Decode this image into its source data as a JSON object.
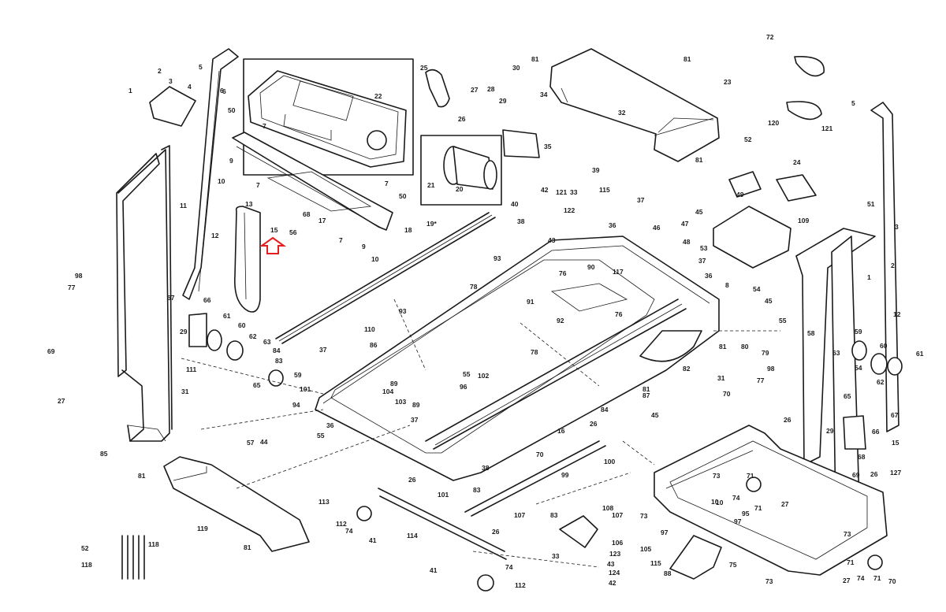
{
  "diagram": {
    "part_labels": [
      {
        "t": "1"
      },
      {
        "t": "2"
      },
      {
        "t": "3"
      },
      {
        "t": "4"
      },
      {
        "t": "5"
      },
      {
        "t": "6"
      },
      {
        "t": "50"
      },
      {
        "t": "7"
      },
      {
        "t": "9"
      },
      {
        "t": "10"
      },
      {
        "t": "7"
      },
      {
        "t": "13"
      },
      {
        "t": "15"
      },
      {
        "t": "56"
      },
      {
        "t": "68"
      },
      {
        "t": "17"
      },
      {
        "t": "7"
      },
      {
        "t": "50"
      },
      {
        "t": "7"
      },
      {
        "t": "18"
      },
      {
        "t": "9"
      },
      {
        "t": "10"
      },
      {
        "t": "22"
      },
      {
        "t": "12"
      },
      {
        "t": "11"
      },
      {
        "t": "98"
      },
      {
        "t": "77"
      },
      {
        "t": "67"
      },
      {
        "t": "66"
      },
      {
        "t": "29"
      },
      {
        "t": "61"
      },
      {
        "t": "60"
      },
      {
        "t": "62"
      },
      {
        "t": "63"
      },
      {
        "t": "84"
      },
      {
        "t": "83"
      },
      {
        "t": "65"
      },
      {
        "t": "59"
      },
      {
        "t": "69"
      },
      {
        "t": "111"
      },
      {
        "t": "31"
      },
      {
        "t": "27"
      },
      {
        "t": "85"
      },
      {
        "t": "25"
      },
      {
        "t": "27"
      },
      {
        "t": "28"
      },
      {
        "t": "29"
      },
      {
        "t": "30"
      },
      {
        "t": "26"
      },
      {
        "t": "34"
      },
      {
        "t": "35"
      },
      {
        "t": "21"
      },
      {
        "t": "20"
      },
      {
        "t": "19*"
      },
      {
        "t": "40"
      },
      {
        "t": "39"
      },
      {
        "t": "81"
      },
      {
        "t": "81"
      },
      {
        "t": "32"
      },
      {
        "t": "81"
      },
      {
        "t": "72"
      },
      {
        "t": "23"
      },
      {
        "t": "120"
      },
      {
        "t": "121"
      },
      {
        "t": "5"
      },
      {
        "t": "52"
      },
      {
        "t": "49"
      },
      {
        "t": "24"
      },
      {
        "t": "45"
      },
      {
        "t": "109"
      },
      {
        "t": "51"
      },
      {
        "t": "3"
      },
      {
        "t": "2"
      },
      {
        "t": "1"
      },
      {
        "t": "12"
      },
      {
        "t": "42"
      },
      {
        "t": "121"
      },
      {
        "t": "122"
      },
      {
        "t": "33"
      },
      {
        "t": "115"
      },
      {
        "t": "37"
      },
      {
        "t": "38"
      },
      {
        "t": "43"
      },
      {
        "t": "36"
      },
      {
        "t": "46"
      },
      {
        "t": "47"
      },
      {
        "t": "48"
      },
      {
        "t": "53"
      },
      {
        "t": "37"
      },
      {
        "t": "36"
      },
      {
        "t": "93"
      },
      {
        "t": "90"
      },
      {
        "t": "76"
      },
      {
        "t": "117"
      },
      {
        "t": "91"
      },
      {
        "t": "76"
      },
      {
        "t": "78"
      },
      {
        "t": "93"
      },
      {
        "t": "110"
      },
      {
        "t": "86"
      },
      {
        "t": "92"
      },
      {
        "t": "78"
      },
      {
        "t": "82"
      },
      {
        "t": "80"
      },
      {
        "t": "79"
      },
      {
        "t": "81"
      },
      {
        "t": "8"
      },
      {
        "t": "54"
      },
      {
        "t": "45"
      },
      {
        "t": "55"
      },
      {
        "t": "58"
      },
      {
        "t": "59"
      },
      {
        "t": "60"
      },
      {
        "t": "61"
      },
      {
        "t": "63"
      },
      {
        "t": "54"
      },
      {
        "t": "62"
      },
      {
        "t": "65"
      },
      {
        "t": "37"
      },
      {
        "t": "101"
      },
      {
        "t": "89"
      },
      {
        "t": "104"
      },
      {
        "t": "103"
      },
      {
        "t": "55"
      },
      {
        "t": "102"
      },
      {
        "t": "96"
      },
      {
        "t": "89"
      },
      {
        "t": "37"
      },
      {
        "t": "94"
      },
      {
        "t": "36"
      },
      {
        "t": "55"
      },
      {
        "t": "57"
      },
      {
        "t": "44"
      },
      {
        "t": "84"
      },
      {
        "t": "81"
      },
      {
        "t": "87"
      },
      {
        "t": "45"
      },
      {
        "t": "31"
      },
      {
        "t": "70"
      },
      {
        "t": "98"
      },
      {
        "t": "77"
      },
      {
        "t": "26"
      },
      {
        "t": "16"
      },
      {
        "t": "26"
      },
      {
        "t": "70"
      },
      {
        "t": "100"
      },
      {
        "t": "99"
      },
      {
        "t": "38"
      },
      {
        "t": "81"
      },
      {
        "t": "119"
      },
      {
        "t": "81"
      },
      {
        "t": "113"
      },
      {
        "t": "26"
      },
      {
        "t": "101"
      },
      {
        "t": "83"
      },
      {
        "t": "112"
      },
      {
        "t": "74"
      },
      {
        "t": "41"
      },
      {
        "t": "114"
      },
      {
        "t": "107"
      },
      {
        "t": "26"
      },
      {
        "t": "41"
      },
      {
        "t": "74"
      },
      {
        "t": "112"
      },
      {
        "t": "52"
      },
      {
        "t": "118"
      },
      {
        "t": "118"
      },
      {
        "t": "83"
      },
      {
        "t": "108"
      },
      {
        "t": "107"
      },
      {
        "t": "106"
      },
      {
        "t": "123"
      },
      {
        "t": "33"
      },
      {
        "t": "43"
      },
      {
        "t": "124"
      },
      {
        "t": "42"
      },
      {
        "t": "115"
      },
      {
        "t": "73"
      },
      {
        "t": "97"
      },
      {
        "t": "105"
      },
      {
        "t": "88"
      },
      {
        "t": "73"
      },
      {
        "t": "71"
      },
      {
        "t": "74"
      },
      {
        "t": "71"
      },
      {
        "t": "10"
      },
      {
        "t": "95"
      },
      {
        "t": "97"
      },
      {
        "t": "75"
      },
      {
        "t": "73"
      },
      {
        "t": "10"
      },
      {
        "t": "29"
      },
      {
        "t": "66"
      },
      {
        "t": "67"
      },
      {
        "t": "15"
      },
      {
        "t": "68"
      },
      {
        "t": "69"
      },
      {
        "t": "26"
      },
      {
        "t": "127"
      },
      {
        "t": "27"
      },
      {
        "t": "73"
      },
      {
        "t": "71"
      },
      {
        "t": "27"
      },
      {
        "t": "74"
      },
      {
        "t": "71"
      },
      {
        "t": "70"
      },
      {
        "t": "6"
      }
    ]
  }
}
